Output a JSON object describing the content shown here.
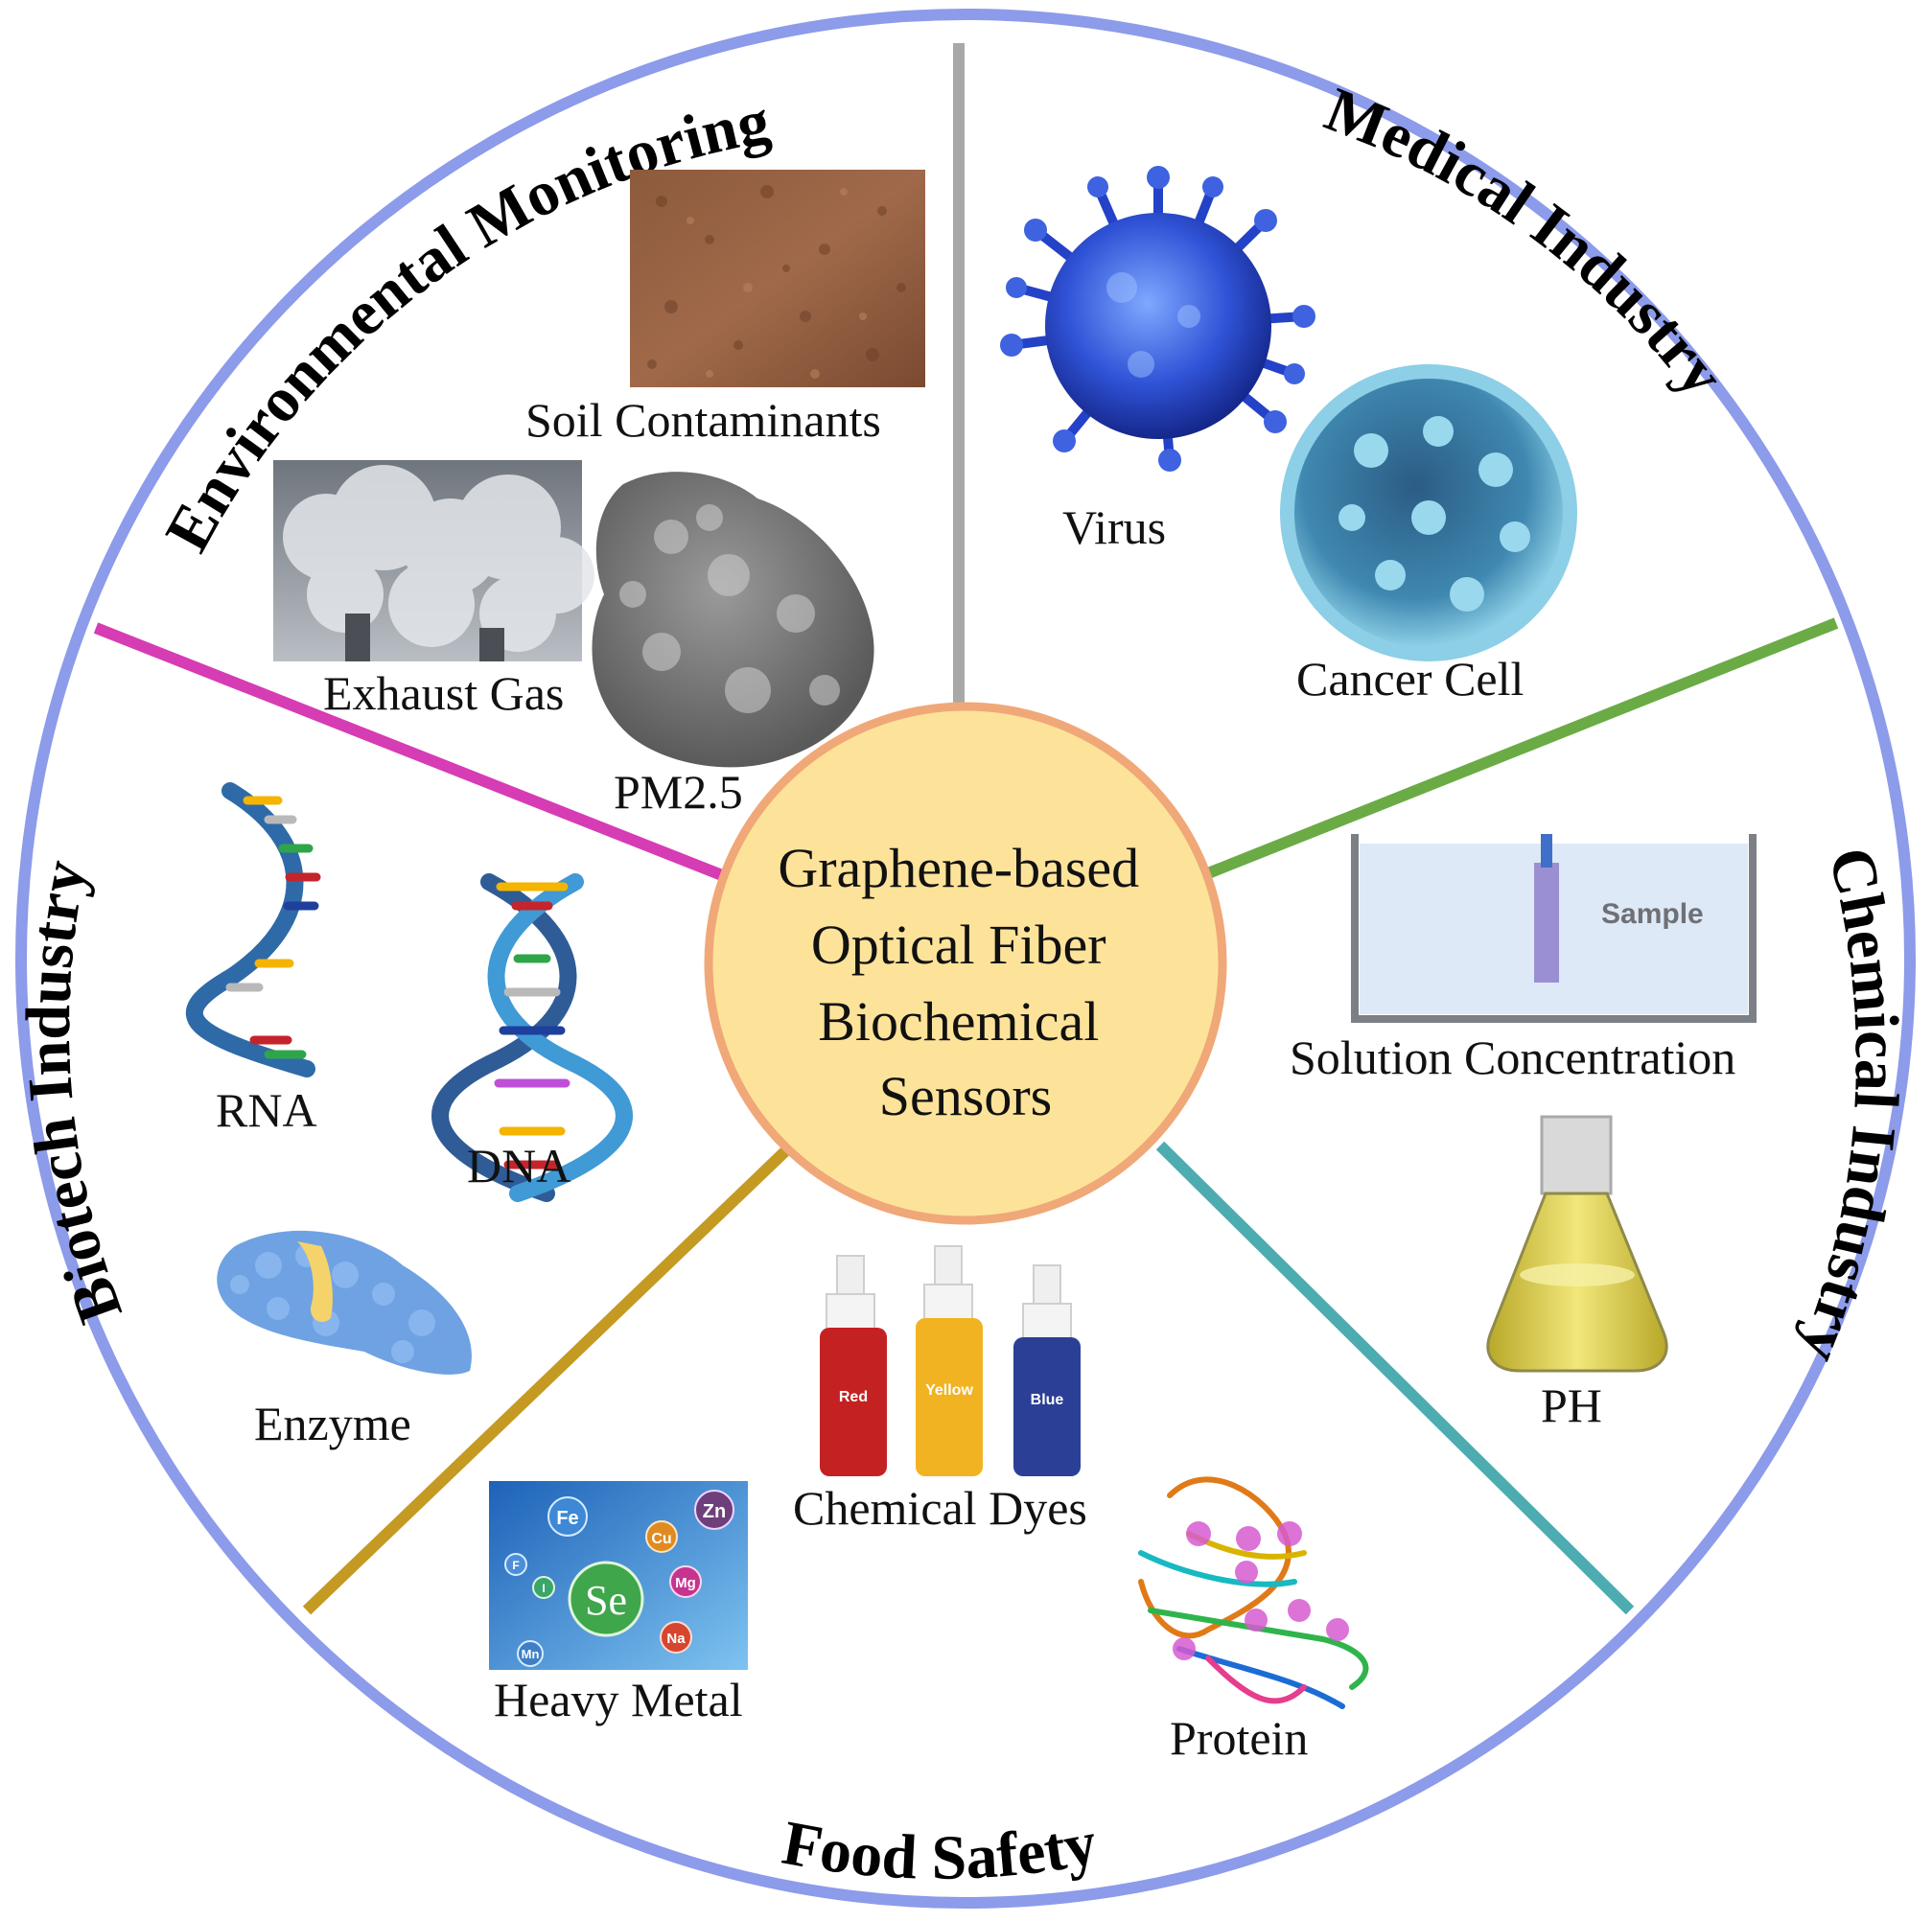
{
  "center": {
    "lines": [
      "Graphene-based",
      "Optical Fiber",
      "Biochemical",
      "Sensors"
    ]
  },
  "sectors": {
    "environmental": {
      "title": "Environmental Monitoring",
      "color": "#d63cb4"
    },
    "medical": {
      "title": "Medical Industry",
      "color": "#a8a8a8"
    },
    "chemical": {
      "title": "Chemical Industry",
      "color": "#6aab46"
    },
    "food": {
      "title": "Food Safety",
      "color": "#c49a23"
    },
    "biotech": {
      "title": "Biotech Industry",
      "color": "#4cacb0"
    }
  },
  "items": {
    "soil": "Soil Contaminants",
    "exhaust": "Exhaust Gas",
    "pm": "PM2.5",
    "virus": "Virus",
    "cancer": "Cancer Cell",
    "solution": "Solution Concentration",
    "sample": "Sample",
    "ph": "PH",
    "dyes": "Chemical Dyes",
    "protein": "Protein",
    "metal": "Heavy Metal",
    "rna": "RNA",
    "dna": "DNA",
    "enzyme": "Enzyme"
  },
  "dye_bottles": [
    "Red",
    "Yellow",
    "Blue"
  ],
  "metal_elements": [
    "Fe",
    "Zn",
    "Cu",
    "Se",
    "Mg",
    "Na",
    "Mn",
    "F",
    "I"
  ],
  "colors": {
    "ring": "#8c9bea",
    "center_fill": "#fde39a",
    "center_border": "#f0a878"
  }
}
